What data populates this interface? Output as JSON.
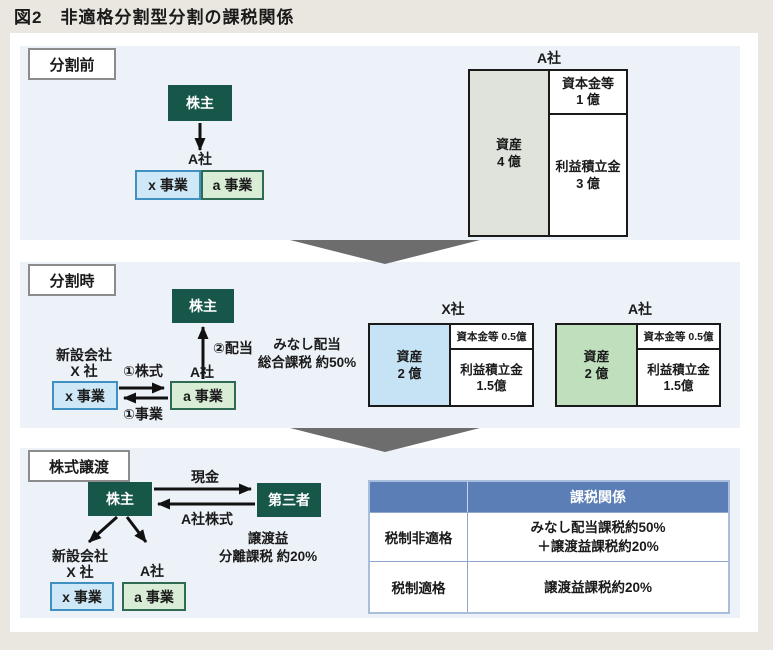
{
  "title": "図2　非適格分割型分割の課税関係",
  "sections": {
    "before": {
      "label": "分割前",
      "shareholder": "株主",
      "company_label": "A社",
      "business_x": "x 事業",
      "business_a": "a 事業",
      "bs": {
        "title": "A社",
        "assets": "資産\n4 億",
        "capital": "資本金等\n1 億",
        "retained": "利益積立金\n3 億"
      }
    },
    "split": {
      "label": "分割時",
      "shareholder": "株主",
      "newco_label": "新設会社\nX 社",
      "company_label": "A社",
      "business_x": "x 事業",
      "business_a": "a 事業",
      "arrow_stock": "①株式",
      "arrow_business": "①事業",
      "arrow_dividend": "②配当",
      "note": "みなし配当\n総合課税 約50%",
      "bs_x": {
        "title": "X社",
        "assets": "資産\n2 億",
        "capital": "資本金等 0.5億",
        "retained": "利益積立金\n1.5億"
      },
      "bs_a": {
        "title": "A社",
        "assets": "資産\n2 億",
        "capital": "資本金等 0.5億",
        "retained": "利益積立金\n1.5億"
      }
    },
    "transfer": {
      "label": "株式譲渡",
      "shareholder": "株主",
      "third_party": "第三者",
      "arrow_cash": "現金",
      "arrow_shares": "A社株式",
      "note": "譲渡益\n分離課税 約20%",
      "newco_label": "新設会社\nX 社",
      "company_label": "A社",
      "business_x": "x 事業",
      "business_a": "a 事業",
      "table": {
        "header": "課税関係",
        "rows": [
          {
            "category": "税制非適格",
            "value": "みなし配当課税約50%\n＋譲渡益課税約20%"
          },
          {
            "category": "税制適格",
            "value": "譲渡益課税約20%"
          }
        ]
      }
    }
  },
  "colors": {
    "page_background": "#eae6e0",
    "panel_blue": "#ecf2f8",
    "dark_green_box": "#17574a",
    "business_x_fill": "#cfe8f7",
    "business_x_border": "#4090c2",
    "business_a_fill": "#d9ecd6",
    "business_a_border": "#2e6b52",
    "assets_gray_fill": "#dfe3dc",
    "assets_blue_fill": "#c6e3f5",
    "assets_green_fill": "#bfdfbd",
    "table_header_blue": "#5a7eb5",
    "chevron_gray": "#6d6d6d",
    "arrow_black": "#111111"
  }
}
